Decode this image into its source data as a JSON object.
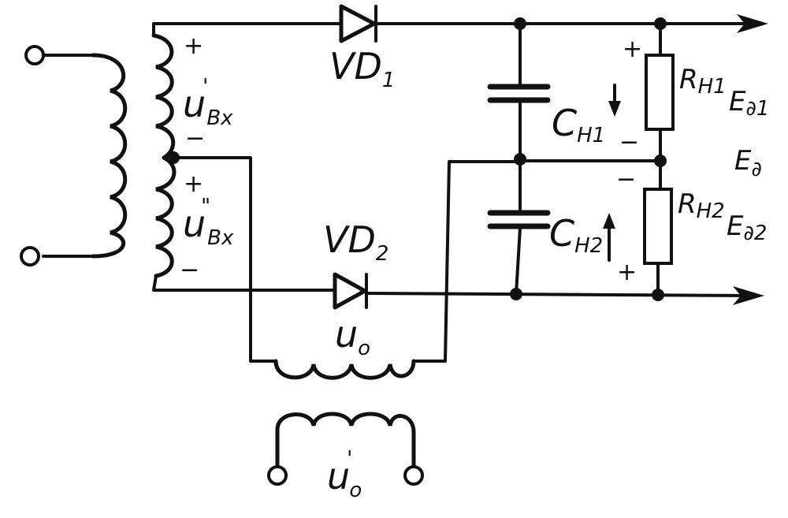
{
  "labels": {
    "vd1_main": "VD",
    "vd1_sub": "1",
    "vd2_main": "VD",
    "vd2_sub": "2",
    "uin1_main": "u",
    "uin1_prime": "'",
    "uin1_sub": "Bx",
    "uin2_main": "u",
    "uin2_prime": "\"",
    "uin2_sub": "Bx",
    "cn1_main": "C",
    "cn1_sub": "H1",
    "cn2_main": "C",
    "cn2_sub": "H2",
    "rn1_main": "R",
    "rn1_sub": "H1",
    "rn2_main": "R",
    "rn2_sub": "H2",
    "ed1_main": "E",
    "ed1_sub": "∂1",
    "ed2_main": "E",
    "ed2_sub": "∂2",
    "ed_main": "E",
    "ed_sub": "∂",
    "u0_main": "u",
    "u0_sub": "o",
    "u0p_main": "u",
    "u0p_prime": "'",
    "u0p_sub": "o"
  },
  "signs": {
    "plus": "+",
    "minus": "−"
  },
  "colors": {
    "ink": "#111111",
    "paper": "#ffffff"
  }
}
